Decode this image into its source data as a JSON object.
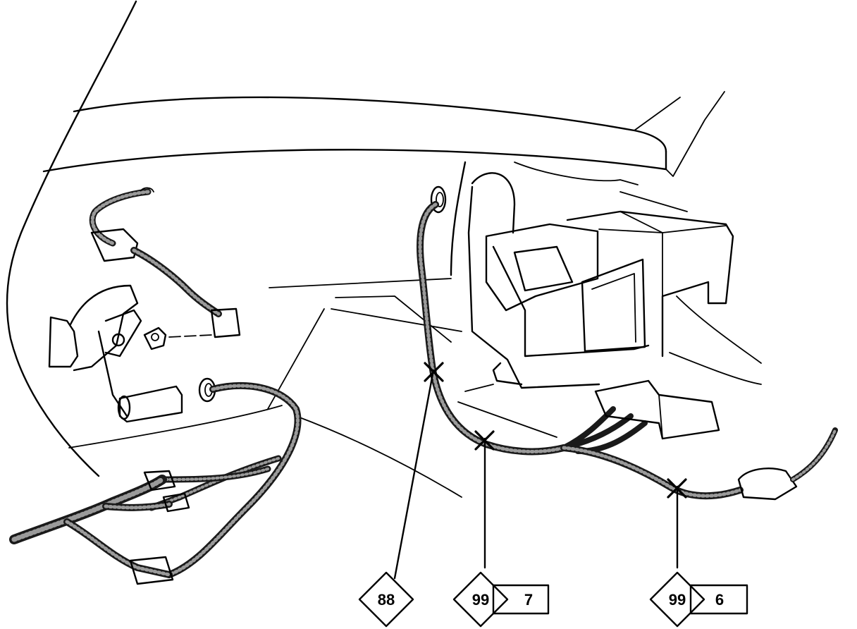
{
  "callouts": [
    {
      "id": "c88",
      "number": "88",
      "ref": ""
    },
    {
      "id": "c99a",
      "number": "99",
      "ref": "7"
    },
    {
      "id": "c99b",
      "number": "99",
      "ref": "6"
    }
  ],
  "colors": {
    "ink": "#000000",
    "paper": "#ffffff"
  }
}
